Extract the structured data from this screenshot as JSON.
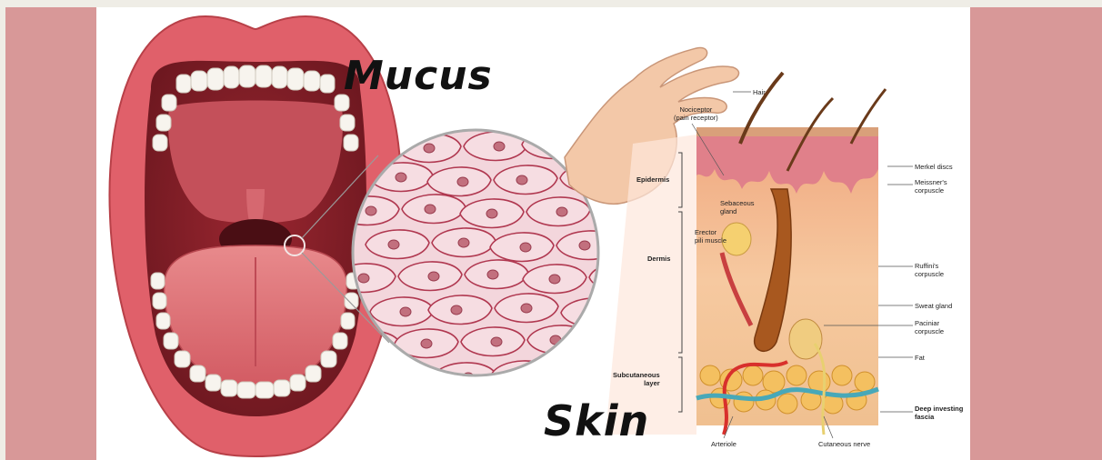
{
  "titles": {
    "mucus": "Mucus",
    "skin": "Skin"
  },
  "skin_labels": {
    "hair": "Hair",
    "nociceptor_1": "Nociceptor",
    "nociceptor_2": "(pain receptor)",
    "epidermis": "Epidermis",
    "dermis": "Dermis",
    "subcutaneous_1": "Subcutaneous",
    "subcutaneous_2": "layer",
    "sebaceous_1": "Sebaceous",
    "sebaceous_2": "gland",
    "erector_1": "Erector",
    "erector_2": "pili muscle",
    "merkel": "Merkel discs",
    "meissner_1": "Meissner's",
    "meissner_2": "corpuscle",
    "ruffini_1": "Ruffini's",
    "ruffini_2": "corpuscle",
    "sweat": "Sweat gland",
    "pacinian_1": "Paciniar",
    "pacinian_2": "corpuscle",
    "fat": "Fat",
    "deep_1": "Deep investing",
    "deep_2": "fascia",
    "arteriole": "Arteriole",
    "nerve": "Cutaneous nerve"
  },
  "colors": {
    "side_panel": "#d89898",
    "background": "#efede6",
    "lip": "#e0606a",
    "cell_border": "#b03850"
  }
}
